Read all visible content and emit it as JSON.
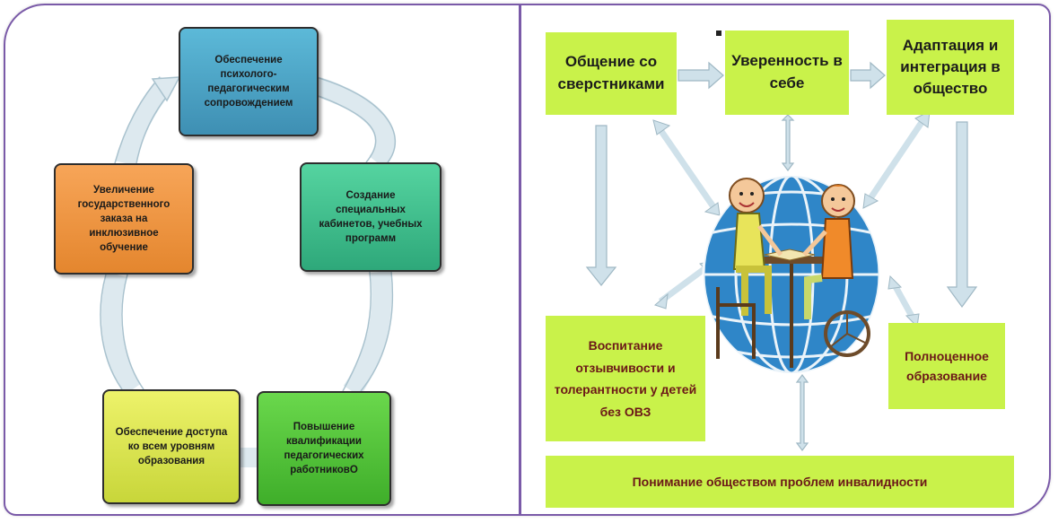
{
  "cycle": {
    "psych": "Обеспечение психолого-педагогическим сопровождением",
    "cabinets": "Создание специальных кабинетов, учебных программ",
    "qualification": "Повышение квалификации педагогических работниковО",
    "access": "Обеспечение доступа ко всем уровням образования",
    "order": "Увеличение государственного заказа на инклюзивное обучение"
  },
  "right": {
    "peers": "Общение со сверстниками",
    "confidence": "Уверенность в себе",
    "adaptation": "Адаптация и интеграция в общество",
    "upbringing": "Воспитание отзывчивости и толерантности у детей без ОВЗ",
    "full_education": "Полноценное образование",
    "understanding": "Понимание обществом проблем инвалидности"
  },
  "colors": {
    "frame": "#7a5aa8",
    "arrow": "#cfe1ea",
    "green_box": "#c9f24a",
    "dark_red_text": "#6b1818",
    "globe": "#2f86c8"
  }
}
